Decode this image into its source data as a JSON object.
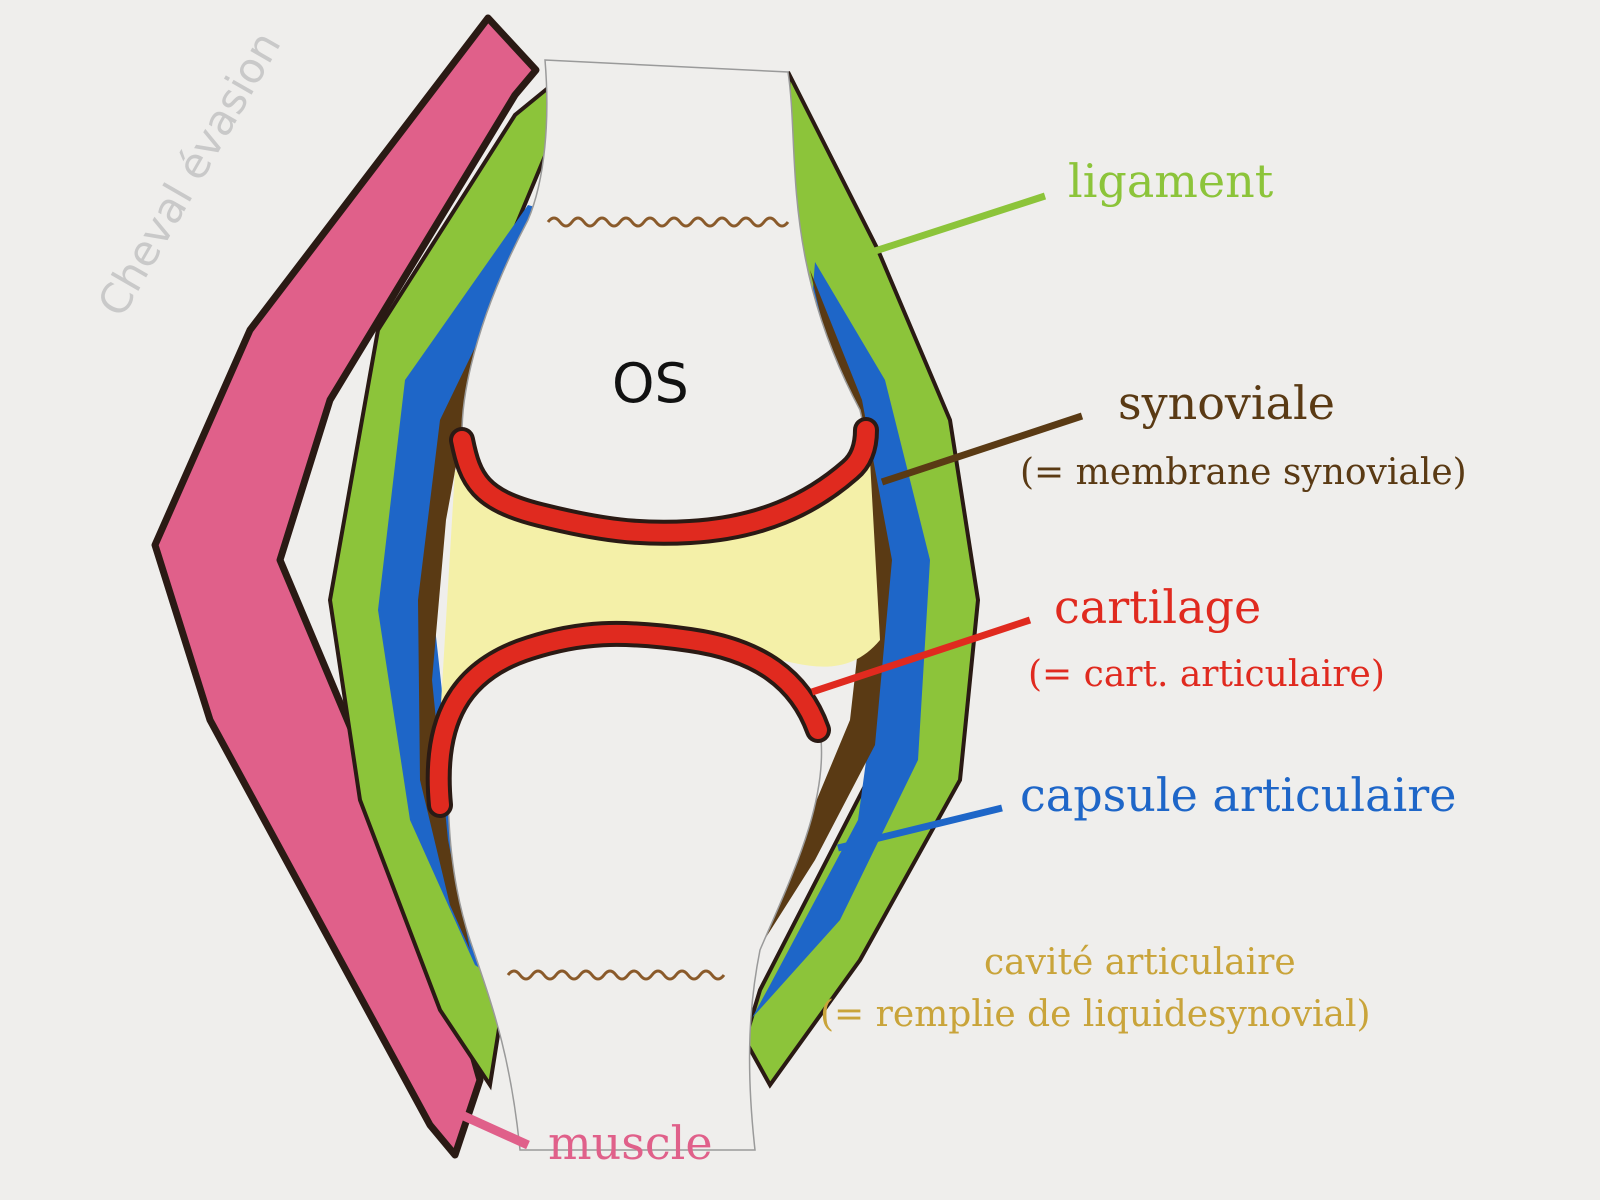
{
  "labels": {
    "bone": "OS",
    "ligament": "ligament",
    "synovial": "synoviale",
    "synovial_sub": "(= membrane synoviale)",
    "cartilage": "cartilage",
    "cartilage_sub": "(= cart. articulaire)",
    "capsule": "capsule articulaire",
    "cavity": "cavité articulaire",
    "cavity_sub": "(= remplie de liquidesynovial)",
    "muscle": "muscle"
  },
  "watermark": "Cheval évasion",
  "colors": {
    "ligament": "#8cc43a",
    "synovial": "#5a3a14",
    "cartilage": "#e02a1f",
    "capsule": "#1e66c8",
    "cavity": "#c9a43a",
    "muscle": "#e0608a",
    "cavity_fill": "#f4f0a8",
    "outline": "#2a1a14"
  }
}
